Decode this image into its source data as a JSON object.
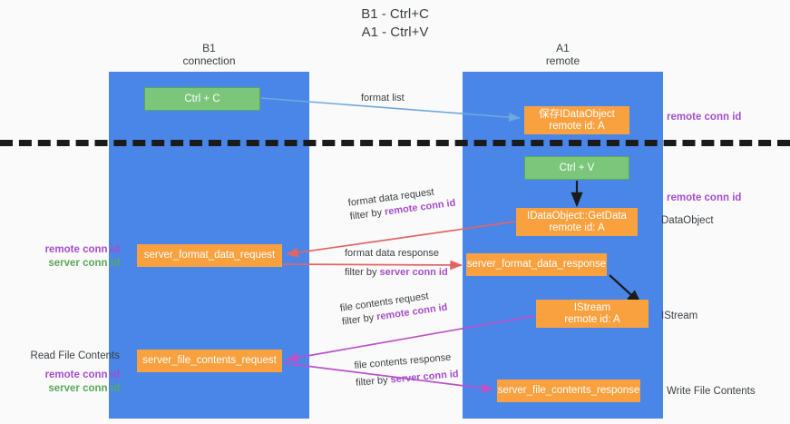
{
  "title": {
    "line1": "B1 - Ctrl+C",
    "line2": "A1 - Ctrl+V"
  },
  "columns": [
    {
      "name": "B1",
      "sub": "connection"
    },
    {
      "name": "A1",
      "sub": "remote"
    }
  ],
  "nodes": {
    "ctrl_c": {
      "label": "Ctrl + C",
      "sub": ""
    },
    "store_obj": {
      "label": "保存IDataObject",
      "sub": "remote id: A"
    },
    "ctrl_v": {
      "label": "Ctrl + V",
      "sub": ""
    },
    "getdata": {
      "label": "IDataObject::GetData",
      "sub": "remote id: A"
    },
    "fmt_req": {
      "label": "server_format_data_request",
      "sub": ""
    },
    "fmt_resp": {
      "label": "server_format_data_response",
      "sub": ""
    },
    "istream": {
      "label": "IStream",
      "sub": "remote id: A"
    },
    "file_req": {
      "label": "server_file_contents_request",
      "sub": ""
    },
    "file_resp": {
      "label": "server_file_contents_response",
      "sub": ""
    }
  },
  "edge_labels": {
    "format_list": "format list",
    "fd_request": "format data request",
    "fd_request_filter_prefix": "filter by ",
    "fd_request_filter_key": "remote conn id",
    "fd_response": "format data response",
    "fd_response_filter_prefix": "filter by ",
    "fd_response_filter_key": "server conn id",
    "fc_request": "file contents request",
    "fc_request_filter_prefix": "filter by ",
    "fc_request_filter_key": "remote conn id",
    "fc_response": "file contents response",
    "fc_response_filter_prefix": "filter by ",
    "fc_response_filter_key": "server conn id"
  },
  "side_labels": {
    "left_mid_remote": "remote conn id",
    "left_mid_server": "server conn id",
    "left_bottom_title": "Read File Contents",
    "left_bottom_remote": "remote conn id",
    "left_bottom_server": "server conn id",
    "right_top_remote": "remote conn id",
    "right_mid_remote": "remote conn id",
    "right_dataobject": "DataObject",
    "right_istream": "IStream",
    "right_write": "Write File Contents"
  },
  "colors": {
    "lane": "#4a86e8",
    "node_orange": "#f9a13f",
    "node_green": "#7bc67b",
    "arrow_blue": "#6fa8dc",
    "arrow_red": "#e06666",
    "arrow_purple": "#bb52c9",
    "arrow_black": "#1b1b1b",
    "key_magenta": "#a64dcc",
    "key_green": "#5aa85a"
  }
}
